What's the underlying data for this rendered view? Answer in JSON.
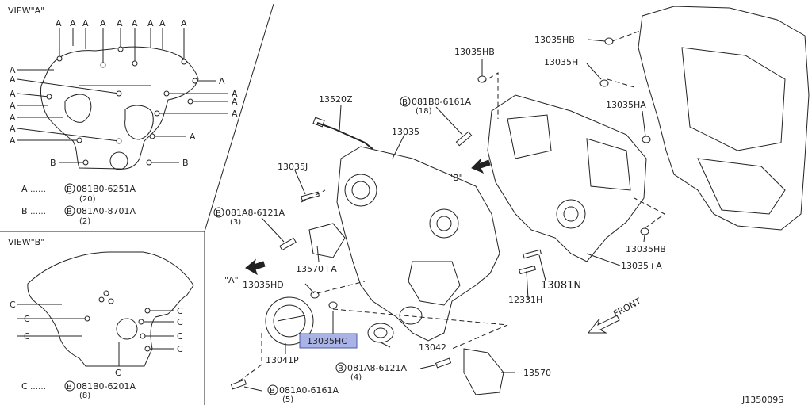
{
  "views": {
    "view_a": {
      "title": "VIEW\"A\"",
      "letter_a": "A",
      "letter_b": "B",
      "legend": [
        {
          "key": "A",
          "part": "081B0-6251A",
          "qty": "(20)"
        },
        {
          "key": "B",
          "part": "081A0-8701A",
          "qty": "(2)"
        }
      ]
    },
    "view_b": {
      "title": "VIEW\"B\"",
      "letter_c": "C",
      "legend": [
        {
          "key": "C",
          "part": "081B0-6201A",
          "qty": "(8)"
        }
      ]
    }
  },
  "parts": {
    "p13520Z": "13520Z",
    "p13035": "13035",
    "p13035J": "13035J",
    "p081A8_6121A_top": "081A8-6121A",
    "p081A8_6121A_top_qty": "(3)",
    "p13570A": "13570+A",
    "p13035HD": "13035HD",
    "p13035HC": "13035HC",
    "p13041P": "13041P",
    "p13042": "13042",
    "p081A8_6121A_bot": "081A8-6121A",
    "p081A8_6121A_bot_qty": "(4)",
    "p13570": "13570",
    "p081A0_6161A": "081A0-6161A",
    "p081A0_6161A_qty": "(5)",
    "p081B0_6161A": "081B0-6161A",
    "p081B0_6161A_qty": "(18)",
    "p13035HB_top": "13035HB",
    "p13035HB_right": "13035HB",
    "p13035H": "13035H",
    "p13035HA": "13035HA",
    "p13035HB_bot": "13035HB",
    "p13035A": "13035+A",
    "p13081N": "13081N",
    "p12331H": "12331H"
  },
  "markers": {
    "view_a_arrow": "\"A\"",
    "view_b_arrow": "\"B\"",
    "bolt_b_symbol": "B",
    "front": "FRONT"
  },
  "diagram_code": "J135009S",
  "colors": {
    "highlight": "#a9b3e6",
    "highlight_border": "#4c5aa8",
    "line": "#222222"
  }
}
